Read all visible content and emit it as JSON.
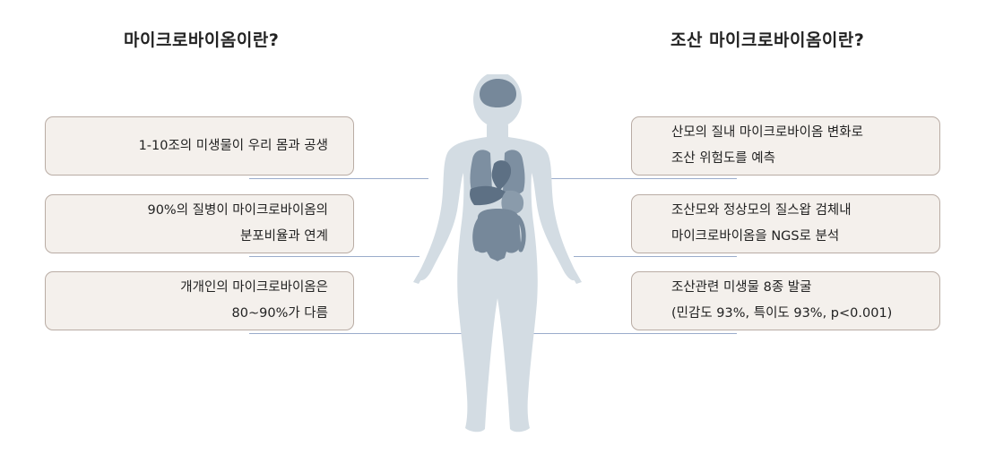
{
  "left_section": {
    "title": "마이크로바이옴이란?",
    "items": [
      {
        "lines": [
          "1-10조의 미생물이 우리 몸과 공생"
        ]
      },
      {
        "lines": [
          "90%의 질병이 마이크로바이옴의",
          "분포비율과 연계"
        ]
      },
      {
        "lines": [
          "개개인의 마이크로바이옴은",
          "80~90%가 다름"
        ]
      }
    ]
  },
  "right_section": {
    "title": "조산 마이크로바이옴이란?",
    "items": [
      {
        "lines": [
          "산모의 질내 마이크로바이옴 변화로",
          "조산 위험도를 예측"
        ]
      },
      {
        "lines": [
          "조산모와 정상모의 질스왑 검체내",
          "마이크로바이옴을 NGS로 분석"
        ]
      },
      {
        "lines": [
          "조산관련 미생물 8종 발굴",
          "(민감도 93%, 특이도 93%, p<0.001)"
        ]
      }
    ]
  },
  "colors": {
    "body_silhouette": "#d3dce3",
    "organs": "#76889a",
    "organs_dark": "#5d7084",
    "box_fill": "#f4f0ec",
    "box_border": "#b9aca4",
    "connector_line": "#9aaccb"
  },
  "icons": {
    "center_figure": "human-body-anatomy-icon"
  }
}
